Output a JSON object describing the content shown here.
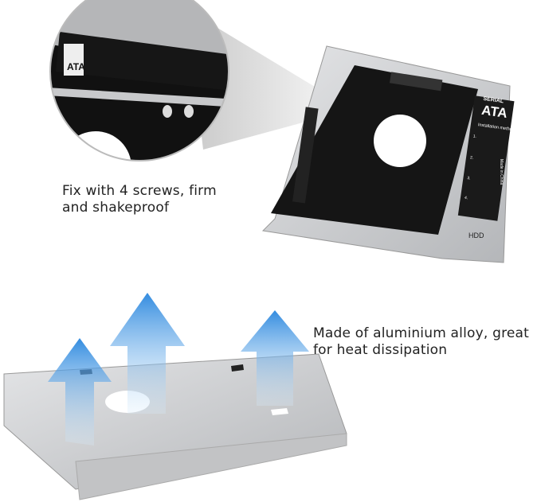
{
  "captions": {
    "screws": [
      "Fix with 4 screws, firm",
      "and shakeproof"
    ],
    "aluminium": [
      "Made of aluminium alloy, great",
      "for heat dissipation"
    ]
  },
  "caddy_label": {
    "serial": "SERIAL",
    "ata": "ATA",
    "installation": "Installation method",
    "steps": [
      "1.",
      "2.",
      "3.",
      "4."
    ],
    "made_in": "Made in China",
    "hdd": "HDD"
  },
  "colors": {
    "silver": "#c9cacc",
    "black_tray": "#151515",
    "arrow_blue": "#2a8fe0",
    "text": "#222222"
  }
}
